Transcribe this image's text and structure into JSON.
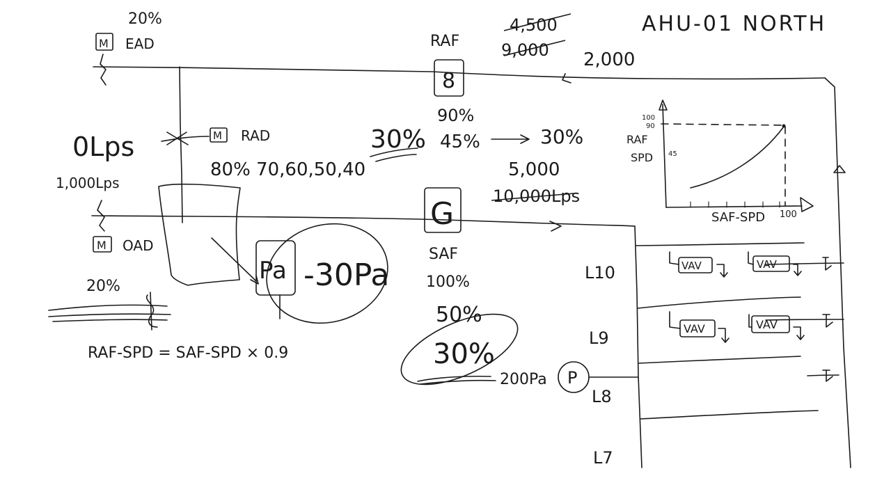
{
  "title": "AHU-01 NORTH",
  "exhaust": {
    "percent_top": "20%",
    "damper_motor": "M",
    "damper_label": "EAD"
  },
  "return_fan": {
    "label": "RAF",
    "number": "8",
    "flow_old_1": "4,500",
    "flow_old_2": "9,000",
    "flow_new": "2,000",
    "speed_a": "90%",
    "speed_b": "45%",
    "arrow": "→",
    "speed_c": "30%"
  },
  "return_damper": {
    "flow": "0Lps",
    "total_flow": "1,000Lps",
    "motor": "M",
    "label": "RAD",
    "positions": "80% 70,60,50,40",
    "percent": "30%"
  },
  "outside_air": {
    "motor": "M",
    "label": "OAD",
    "percent": "20%",
    "formula": "RAF-SPD = SAF-SPD × 0.9"
  },
  "mixing_box": {
    "sensor": "Pa",
    "pressure": "-30Pa"
  },
  "supply_fan": {
    "label_box": "G",
    "label": "SAF",
    "flow_new": "5,000",
    "flow_old": "10,000Lps",
    "speed_a": "100%",
    "speed_b": "50%",
    "speed_c": "30%",
    "pressure": "200Pa",
    "sensor": "P"
  },
  "floors": [
    "L10",
    "L9",
    "L8",
    "L7"
  ],
  "vav_label": "VAV",
  "mini_chart": {
    "y_label_1": "RAF",
    "y_label_2": "SPD",
    "y_tick_100": "100",
    "y_tick_90": "90",
    "y_tick_45": "45",
    "x_label": "SAF-SPD",
    "x_tick_100": "100"
  }
}
